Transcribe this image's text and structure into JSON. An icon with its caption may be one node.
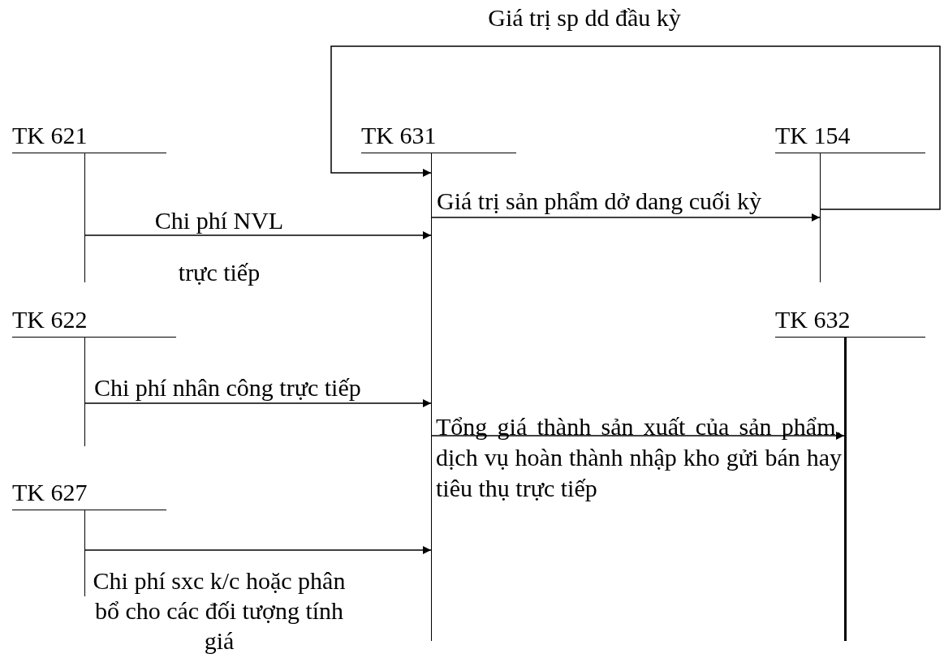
{
  "diagram": {
    "nodes": [
      {
        "text": [
          "TK 621"
        ]
      },
      {
        "text": [
          "TK 631"
        ]
      },
      {
        "text": [
          "TK 154"
        ]
      },
      {
        "text": [
          "TK 622"
        ]
      },
      {
        "text": [
          "TK 632"
        ]
      },
      {
        "text": [
          "TK 627"
        ]
      }
    ],
    "edges": [
      {
        "from": 0,
        "to": 1,
        "arrow": "to",
        "label": "Chi phí NVL trực tiếp"
      },
      {
        "from": 3,
        "to": 1,
        "arrow": "to",
        "label": "Chi phí nhân công trực tiếp"
      },
      {
        "from": 5,
        "to": 1,
        "arrow": "to",
        "label": "Chi phí sxc k/c hoặc phân bổ cho các đối tượng tính giá"
      },
      {
        "from": 1,
        "to": 2,
        "arrow": "to",
        "label": "Giá trị sản phẩm dở dang cuối kỳ"
      },
      {
        "from": 2,
        "to": 1,
        "arrow": "to",
        "label": "Giá trị sp dd đầu kỳ"
      },
      {
        "from": 1,
        "to": 4,
        "arrow": "to",
        "label": "Tổng giá thành sản xuất của sản phẩm, dịch vụ hoàn thành nhập kho gửi bán hay tiêu thụ trực tiếp"
      }
    ]
  }
}
